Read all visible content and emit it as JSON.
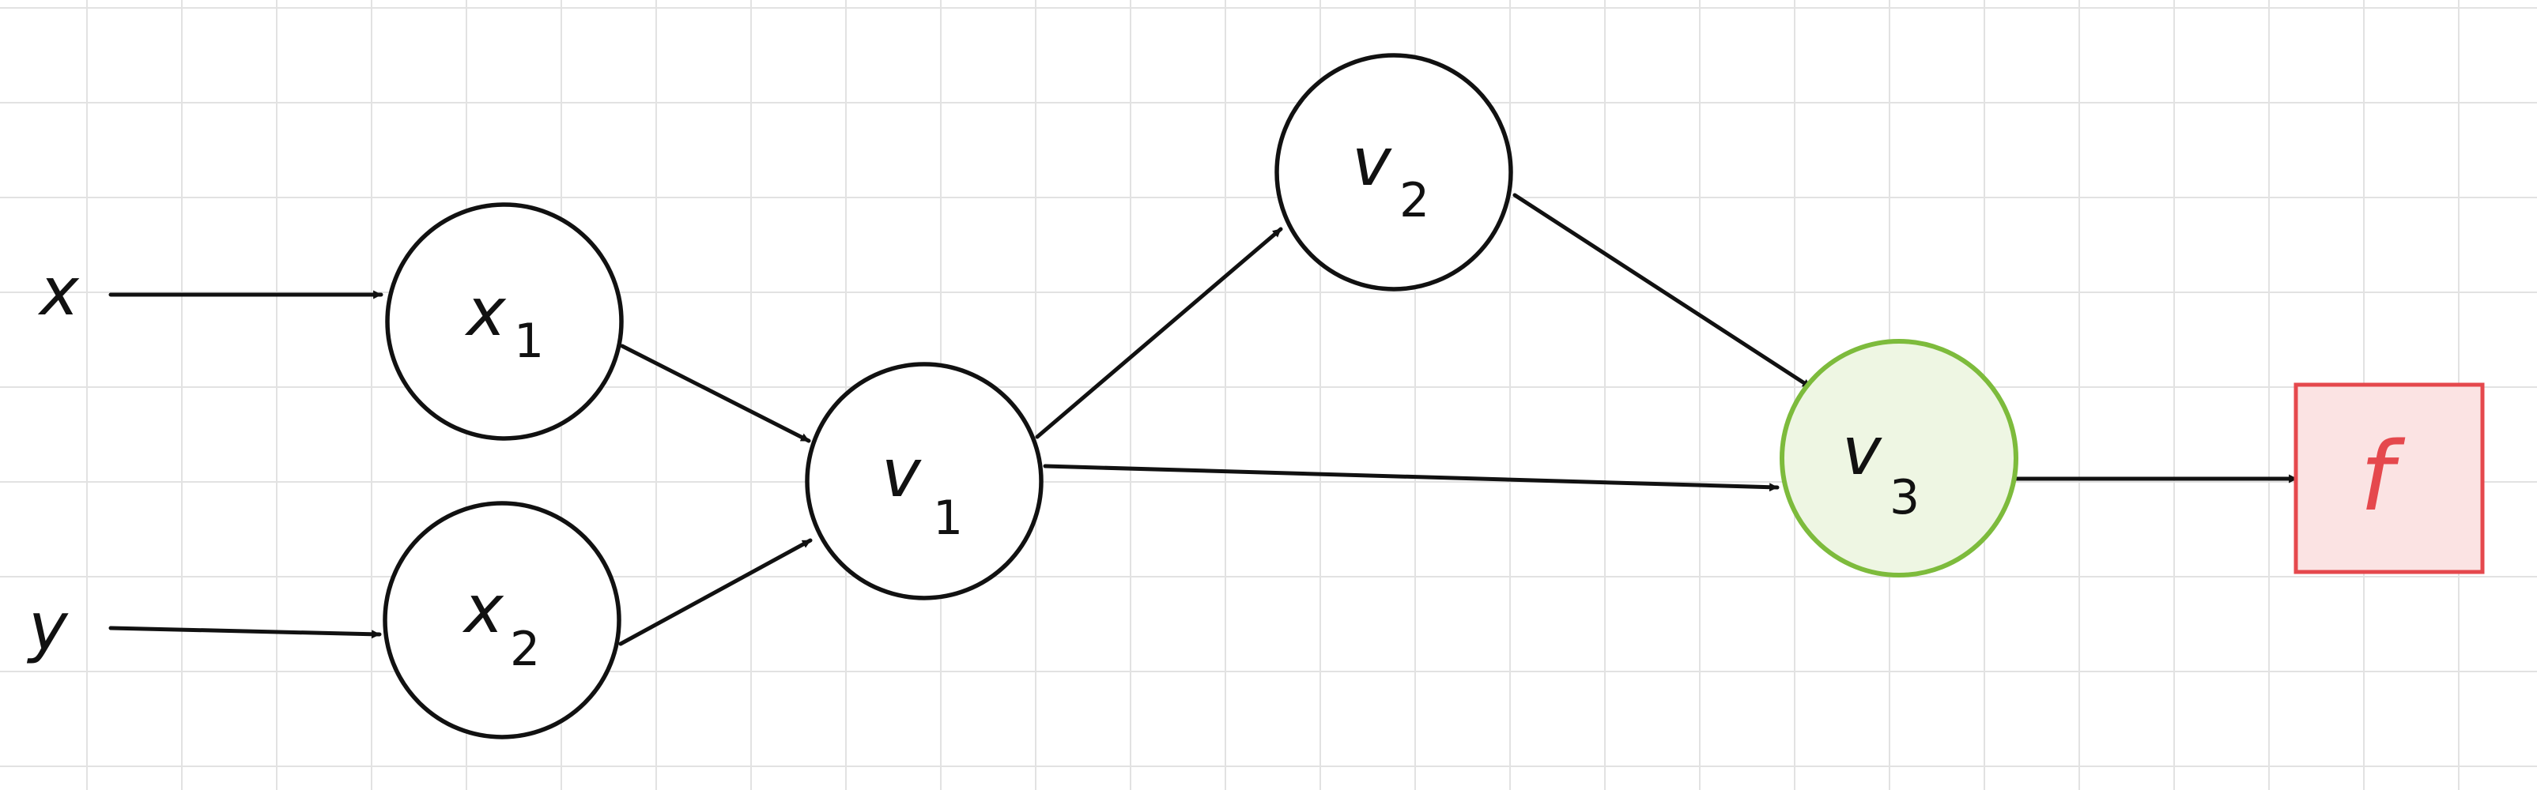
{
  "inputs": [
    {
      "label": "x"
    },
    {
      "label": "y"
    }
  ],
  "nodes": {
    "x1": {
      "base": "x",
      "sub": "1"
    },
    "x2": {
      "base": "x",
      "sub": "2"
    },
    "v1": {
      "base": "v",
      "sub": "1"
    },
    "v2": {
      "base": "v",
      "sub": "2"
    },
    "v3": {
      "base": "v",
      "sub": "3"
    }
  },
  "output": {
    "label": "f"
  },
  "colors": {
    "stroke": "#111111",
    "output_node_stroke": "#7dbb3c",
    "output_node_fill": "#eef6e3",
    "result_stroke": "#e5484d",
    "result_fill": "#fbe3e3",
    "grid": "#e2e2e2"
  }
}
